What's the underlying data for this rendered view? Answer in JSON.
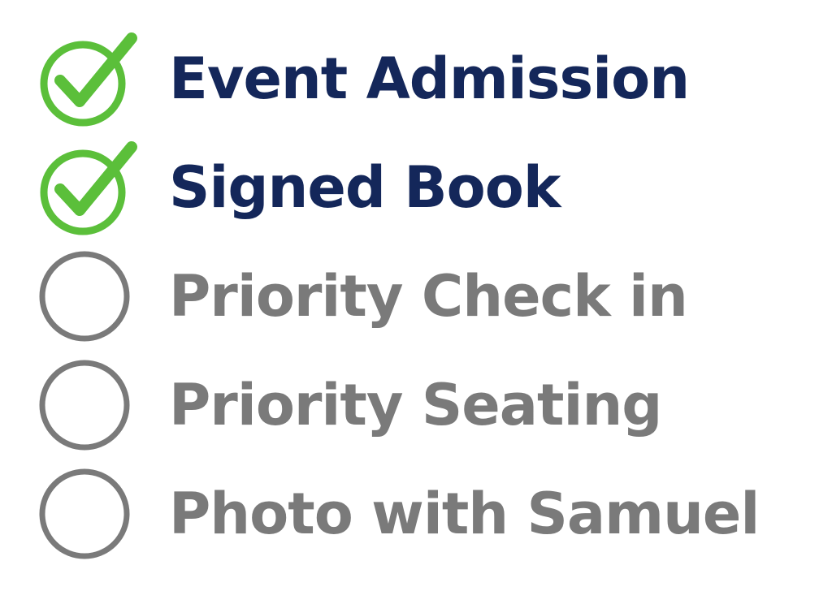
{
  "colors": {
    "done_text": "#14275a",
    "todo_text": "#7a7a7a",
    "check_green": "#5bbf3a",
    "circle_gray": "#7a7a7a"
  },
  "checklist": {
    "items": [
      {
        "label": "Event Admission",
        "checked": true,
        "icon": "green-check-circle-icon"
      },
      {
        "label": "Signed Book",
        "checked": true,
        "icon": "green-check-circle-icon"
      },
      {
        "label": "Priority Check in",
        "checked": false,
        "icon": "empty-circle-icon"
      },
      {
        "label": "Priority Seating",
        "checked": false,
        "icon": "empty-circle-icon"
      },
      {
        "label": "Photo with Samuel",
        "checked": false,
        "icon": "empty-circle-icon"
      }
    ]
  }
}
